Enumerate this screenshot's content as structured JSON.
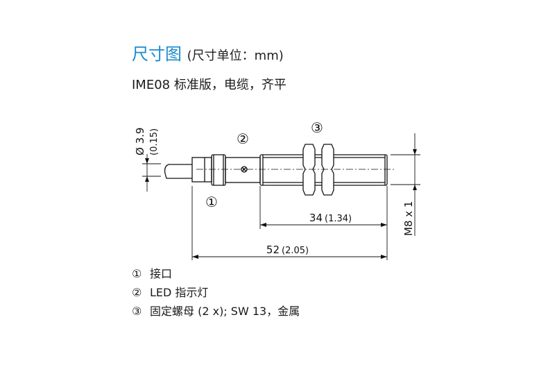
{
  "header": {
    "title": "尺寸图",
    "unit_note": "(尺寸单位：mm)",
    "subtitle": "IME08 标准版，电缆，齐平"
  },
  "drawing": {
    "callouts": [
      "①",
      "②",
      "③"
    ],
    "dim_diameter": "Ø 3.9",
    "dim_diameter_in": "(0.15)",
    "dim_thread_len": "34",
    "dim_thread_len_in": "(1.34)",
    "dim_total_len": "52",
    "dim_total_len_in": "(2.05)",
    "dim_thread": "M8 x 1"
  },
  "legend": [
    {
      "num": "①",
      "text": "接口"
    },
    {
      "num": "②",
      "text": "LED 指示灯"
    },
    {
      "num": "③",
      "text": "固定螺母 (2 x); SW 13，金属"
    }
  ],
  "colors": {
    "accent": "#1a8ad0"
  }
}
